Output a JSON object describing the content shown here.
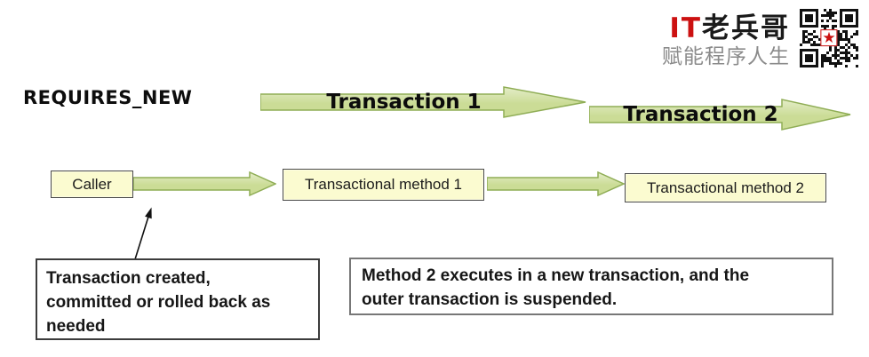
{
  "logo": {
    "brand_prefix": "IT",
    "brand_suffix": "老兵哥",
    "tagline": "赋能程序人生",
    "qr_icon": "qr-code-with-red-star"
  },
  "diagram": {
    "propagation_label": "REQUIRES_NEW",
    "transactions": [
      {
        "label": "Transaction 1"
      },
      {
        "label": "Transaction 2"
      }
    ],
    "nodes": [
      {
        "label": "Caller"
      },
      {
        "label": "Transactional method 1"
      },
      {
        "label": "Transactional method 2"
      }
    ],
    "notes": [
      {
        "text": "Transaction created,\ncommitted or rolled back as\nneeded"
      },
      {
        "text": "Method 2 executes in a new transaction, and the\nouter transaction is suspended."
      }
    ]
  },
  "colors": {
    "brand_red": "#cc1111",
    "tagline_gray": "#8b8b8b",
    "arrow_fill": "#cbdc96",
    "arrow_fill_light": "#e4edc8",
    "arrow_border": "#8fad55",
    "node_fill": "#fbfbd0",
    "node_border": "#4a4a4a",
    "note_border": "#555555",
    "text_black": "#111111"
  }
}
